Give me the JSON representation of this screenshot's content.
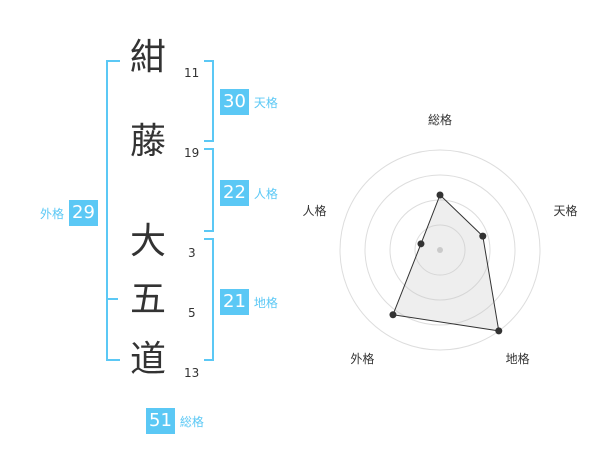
{
  "name_chars": [
    {
      "char": "紺",
      "strokes": "11"
    },
    {
      "char": "藤",
      "strokes": "19"
    },
    {
      "char": "大",
      "strokes": "3"
    },
    {
      "char": "五",
      "strokes": "5"
    },
    {
      "char": "道",
      "strokes": "13"
    }
  ],
  "fortunes": {
    "tenkaku": {
      "value": "30",
      "label": "天格"
    },
    "jinkaku": {
      "value": "22",
      "label": "人格"
    },
    "chikaku": {
      "value": "21",
      "label": "地格"
    },
    "gaikaku": {
      "value": "29",
      "label": "外格"
    },
    "soukaku": {
      "value": "51",
      "label": "総格"
    }
  },
  "chart_data": {
    "type": "radar",
    "axes": [
      "総格",
      "天格",
      "地格",
      "外格",
      "人格"
    ],
    "values": [
      0.55,
      0.45,
      1.0,
      0.8,
      0.2
    ],
    "rings": 4,
    "accent": "#5bc8f5"
  }
}
